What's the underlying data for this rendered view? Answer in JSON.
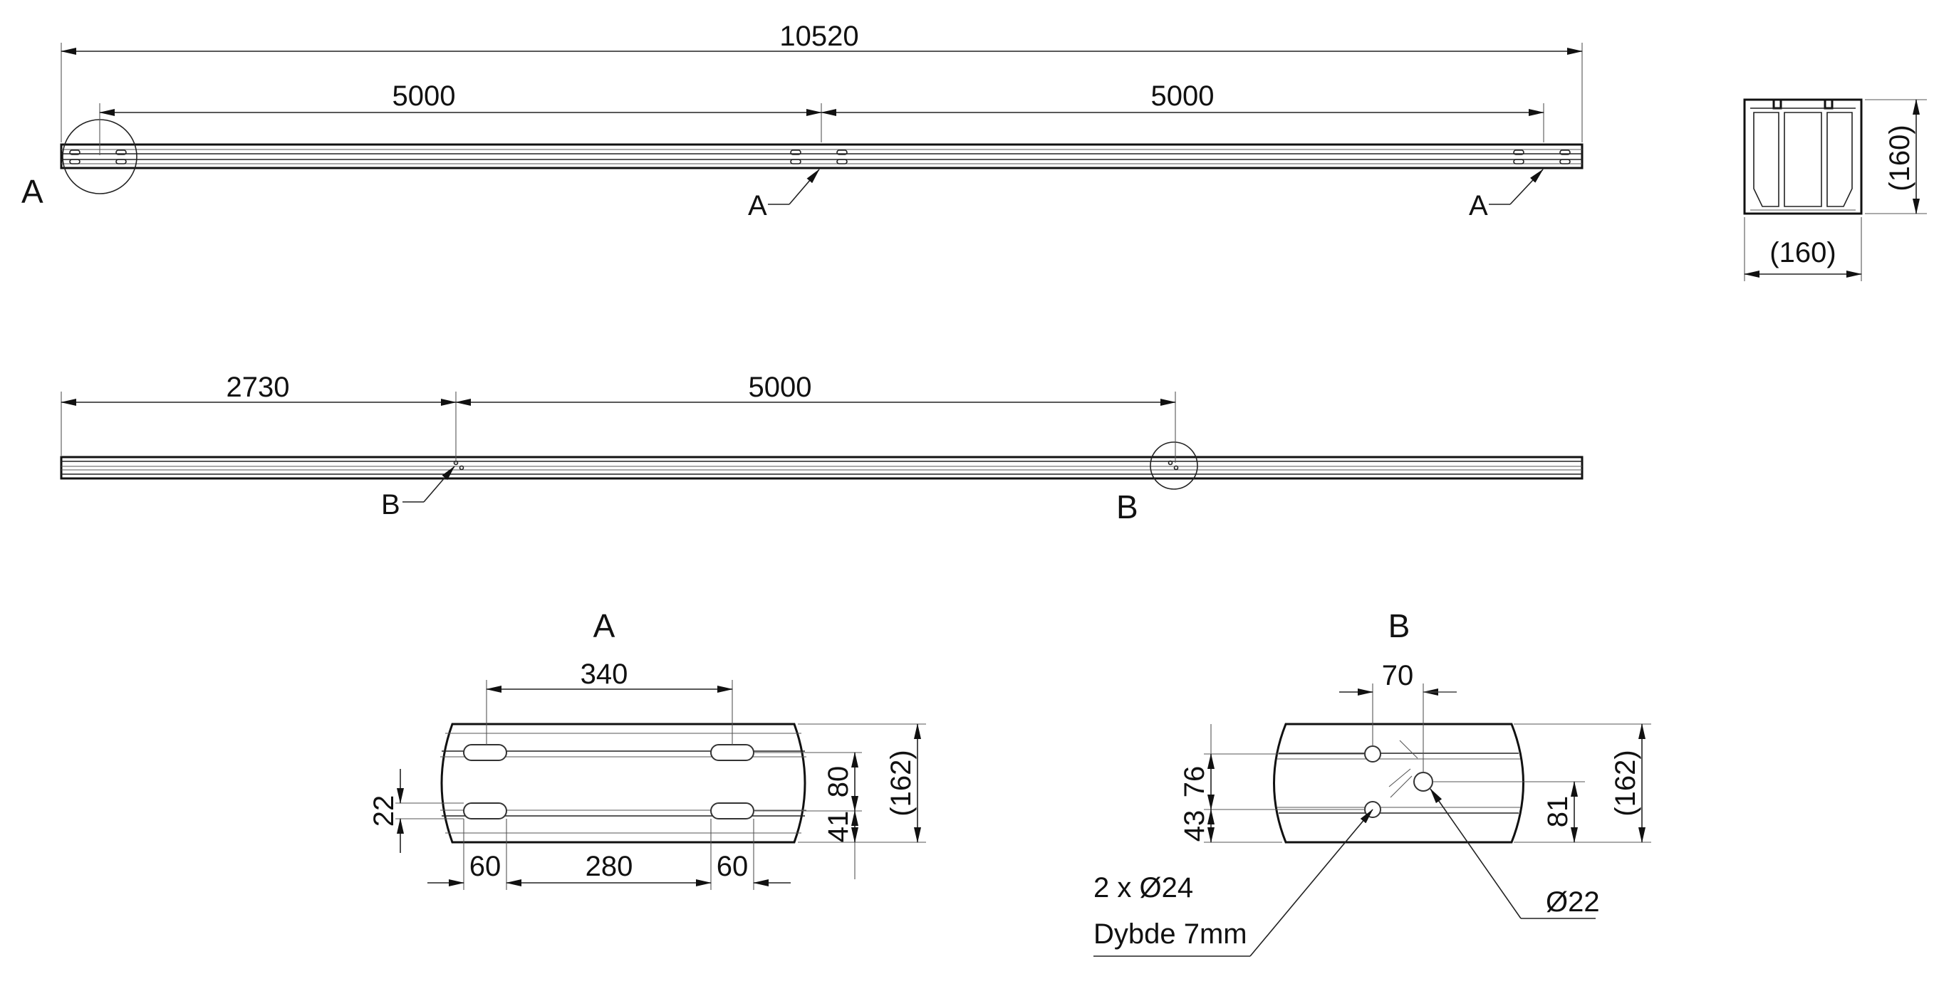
{
  "top_view": {
    "overall_length": "10520",
    "segment_1": "5000",
    "segment_2": "5000",
    "detail_ref_left": "A",
    "detail_ref_mid": "A",
    "detail_ref_right": "A"
  },
  "cross_section": {
    "height": "(160)",
    "width": "(160)"
  },
  "second_view": {
    "segment_1": "2730",
    "segment_2": "5000",
    "detail_ref_left": "B",
    "detail_ref_right": "B"
  },
  "detail_a": {
    "title": "A",
    "slot_spacing_top": "340",
    "slot_width_left": "60",
    "slot_spacing_bottom": "280",
    "slot_width_right": "60",
    "slot_height": "22",
    "height_80": "80",
    "height_41": "41",
    "total_height": "(162)"
  },
  "detail_b": {
    "title": "B",
    "hole_spacing": "70",
    "dim_76": "76",
    "dim_43": "43",
    "dim_81": "81",
    "total_height": "(162)",
    "hole_note_1": "2 x Ø24",
    "hole_note_2": "Dybde 7mm",
    "hole_dia": "Ø22"
  }
}
